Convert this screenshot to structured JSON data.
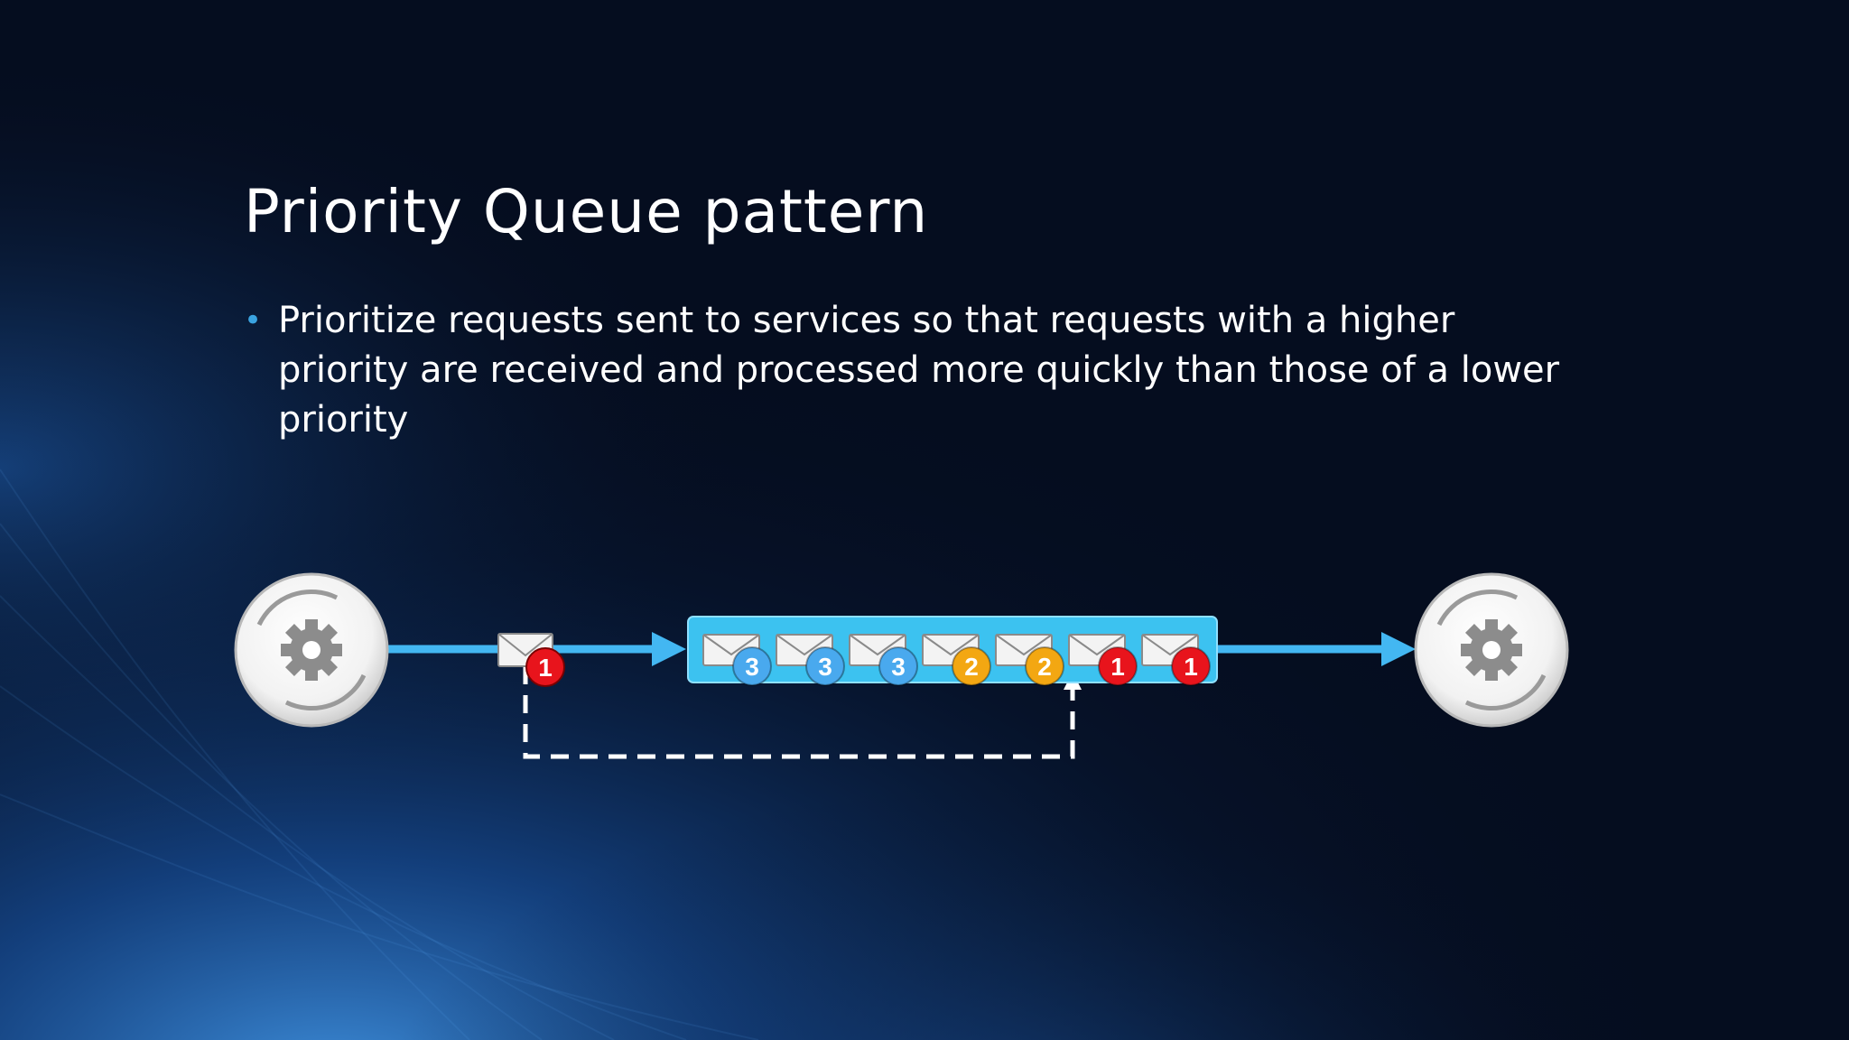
{
  "slide": {
    "title": "Priority Queue pattern",
    "bullet": "Prioritize requests sent to services so that requests with a higher priority are received and processed more quickly than those of a lower priority"
  },
  "diagram": {
    "sender": {
      "icon": "gear-sync-icon"
    },
    "receiver": {
      "icon": "gear-sync-icon"
    },
    "incoming_message": {
      "icon": "envelope-icon",
      "priority": "1",
      "color": "#e8141c"
    },
    "queue": {
      "color": "#3cc2f0",
      "messages": [
        {
          "priority": "3",
          "color": "#49a9ee"
        },
        {
          "priority": "3",
          "color": "#49a9ee"
        },
        {
          "priority": "3",
          "color": "#49a9ee"
        },
        {
          "priority": "2",
          "color": "#f3a712"
        },
        {
          "priority": "2",
          "color": "#f3a712"
        },
        {
          "priority": "1",
          "color": "#e8141c"
        },
        {
          "priority": "1",
          "color": "#e8141c"
        }
      ]
    },
    "arrow_color": "#43b7f2",
    "insert_path": {
      "style": "dashed",
      "color": "#ffffff"
    }
  }
}
